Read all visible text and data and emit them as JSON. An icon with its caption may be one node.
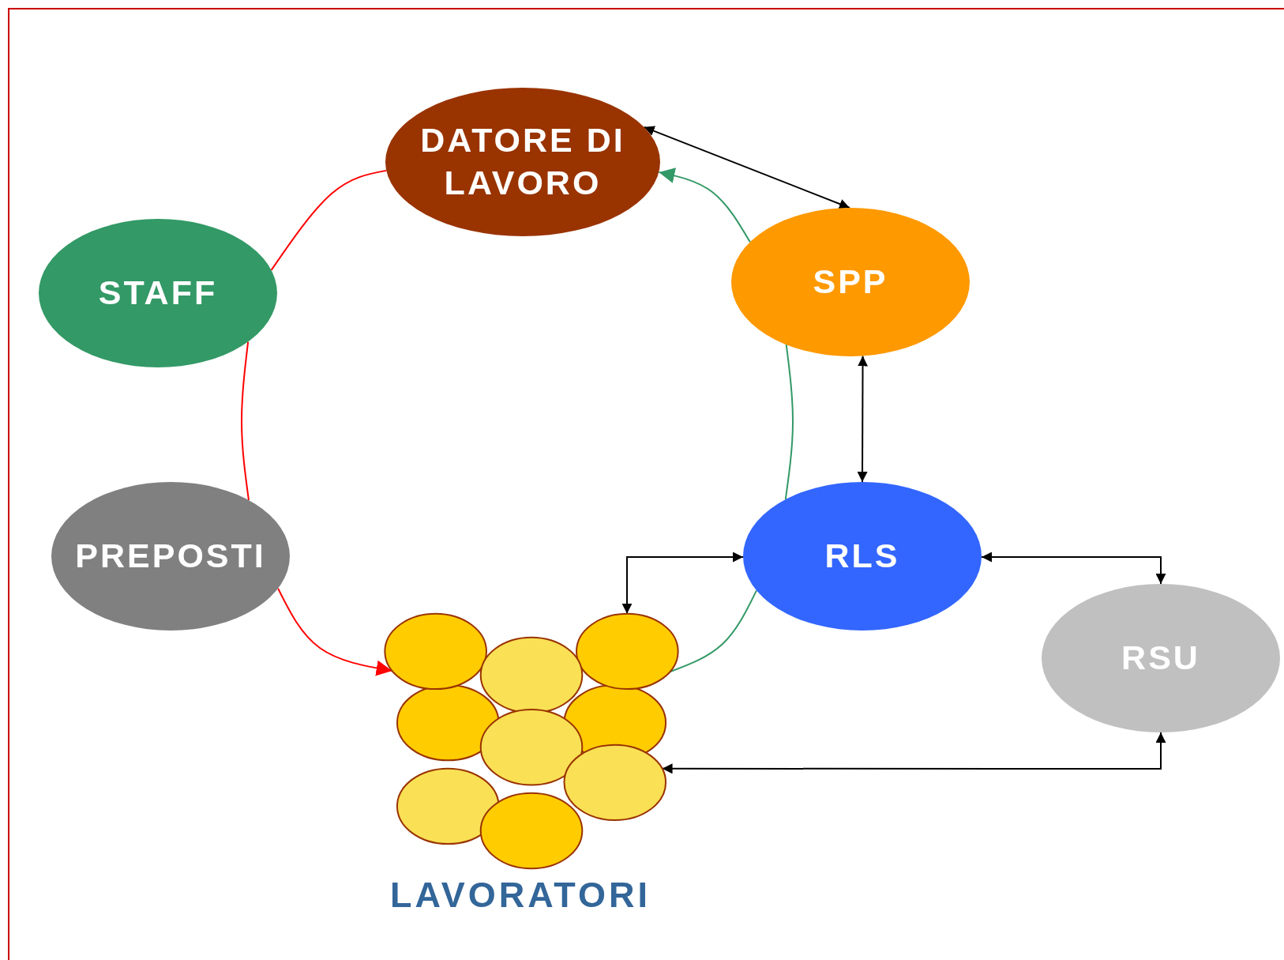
{
  "diagram": {
    "nodes": [
      {
        "text": [
          "DATORE DI LAVORO"
        ]
      },
      {
        "text": [
          "STAFF"
        ]
      },
      {
        "text": [
          "PREPOSTI"
        ]
      },
      {
        "text": [
          "SPP"
        ]
      },
      {
        "text": [
          "RLS"
        ]
      },
      {
        "text": [
          "RSU"
        ]
      },
      {
        "text": [
          "LAVORATORI"
        ]
      }
    ],
    "edges": [
      {
        "from": 0,
        "to": 1,
        "arrow": "none",
        "color": "#ff0000"
      },
      {
        "from": 1,
        "to": 2,
        "arrow": "none",
        "color": "#ff0000"
      },
      {
        "from": 2,
        "to": 6,
        "arrow": "to",
        "color": "#ff0000"
      },
      {
        "from": 6,
        "to": 4,
        "arrow": "none",
        "color": "#339966"
      },
      {
        "from": 4,
        "to": 3,
        "arrow": "none",
        "color": "#339966"
      },
      {
        "from": 3,
        "to": 0,
        "arrow": "to",
        "color": "#339966"
      },
      {
        "from": 0,
        "to": 3,
        "arrow": "both"
      },
      {
        "from": 3,
        "to": 4,
        "arrow": "both"
      },
      {
        "from": 4,
        "to": 6,
        "arrow": "both"
      },
      {
        "from": 4,
        "to": 5,
        "arrow": "both"
      },
      {
        "from": 5,
        "to": 6,
        "arrow": "both"
      }
    ]
  }
}
